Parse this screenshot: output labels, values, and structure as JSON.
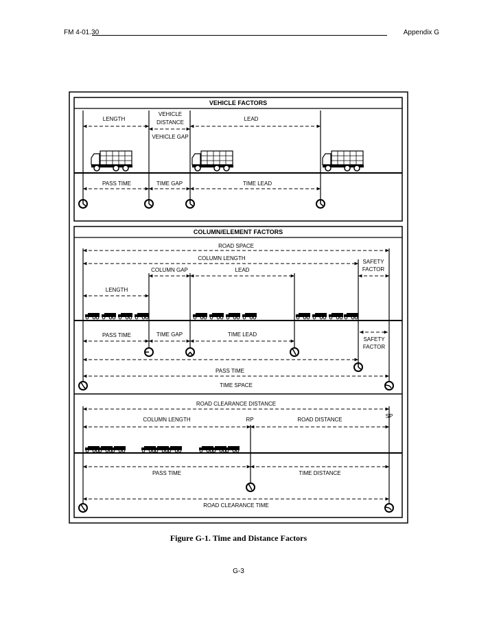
{
  "header": {
    "left": "FM 4-01.30",
    "right": "Appendix G"
  },
  "panels": {
    "vehicle": {
      "title": "VEHICLE  FACTORS",
      "length": "LENGTH",
      "vehicle_distance_1": "VEHICLE",
      "vehicle_distance_2": "DISTANCE",
      "vehicle_gap": "VEHICLE GAP",
      "lead": "LEAD",
      "pass_time": "PASS TIME",
      "time_gap": "TIME GAP",
      "time_lead": "TIME LEAD"
    },
    "column": {
      "title": "COLUMN/ELEMENT FACTORS",
      "road_space": "ROAD SPACE",
      "column_length": "COLUMN LENGTH",
      "safety_factor_1": "SAFETY",
      "safety_factor_2": "FACTOR",
      "column_gap": "COLUMN GAP",
      "lead": "LEAD",
      "length": "LENGTH",
      "pass_time": "PASS TIME",
      "time_gap": "TIME GAP",
      "time_lead": "TIME LEAD",
      "safety_factor_b1": "SAFETY",
      "safety_factor_b2": "FACTOR",
      "pass_time_2": "PASS TIME",
      "time_space": "TIME SPACE"
    },
    "road": {
      "road_clearance_distance": "ROAD CLEARANCE DISTANCE",
      "column_length": "COLUMN LENGTH",
      "rp": "RP",
      "road_distance": "ROAD DISTANCE",
      "sp": "SP",
      "pass_time": "PASS TIME",
      "time_distance": "TIME DISTANCE",
      "road_clearance_time": "ROAD CLEARANCE TIME"
    }
  },
  "caption": "Figure G-1.  Time and Distance Factors",
  "page_number": "G-3"
}
